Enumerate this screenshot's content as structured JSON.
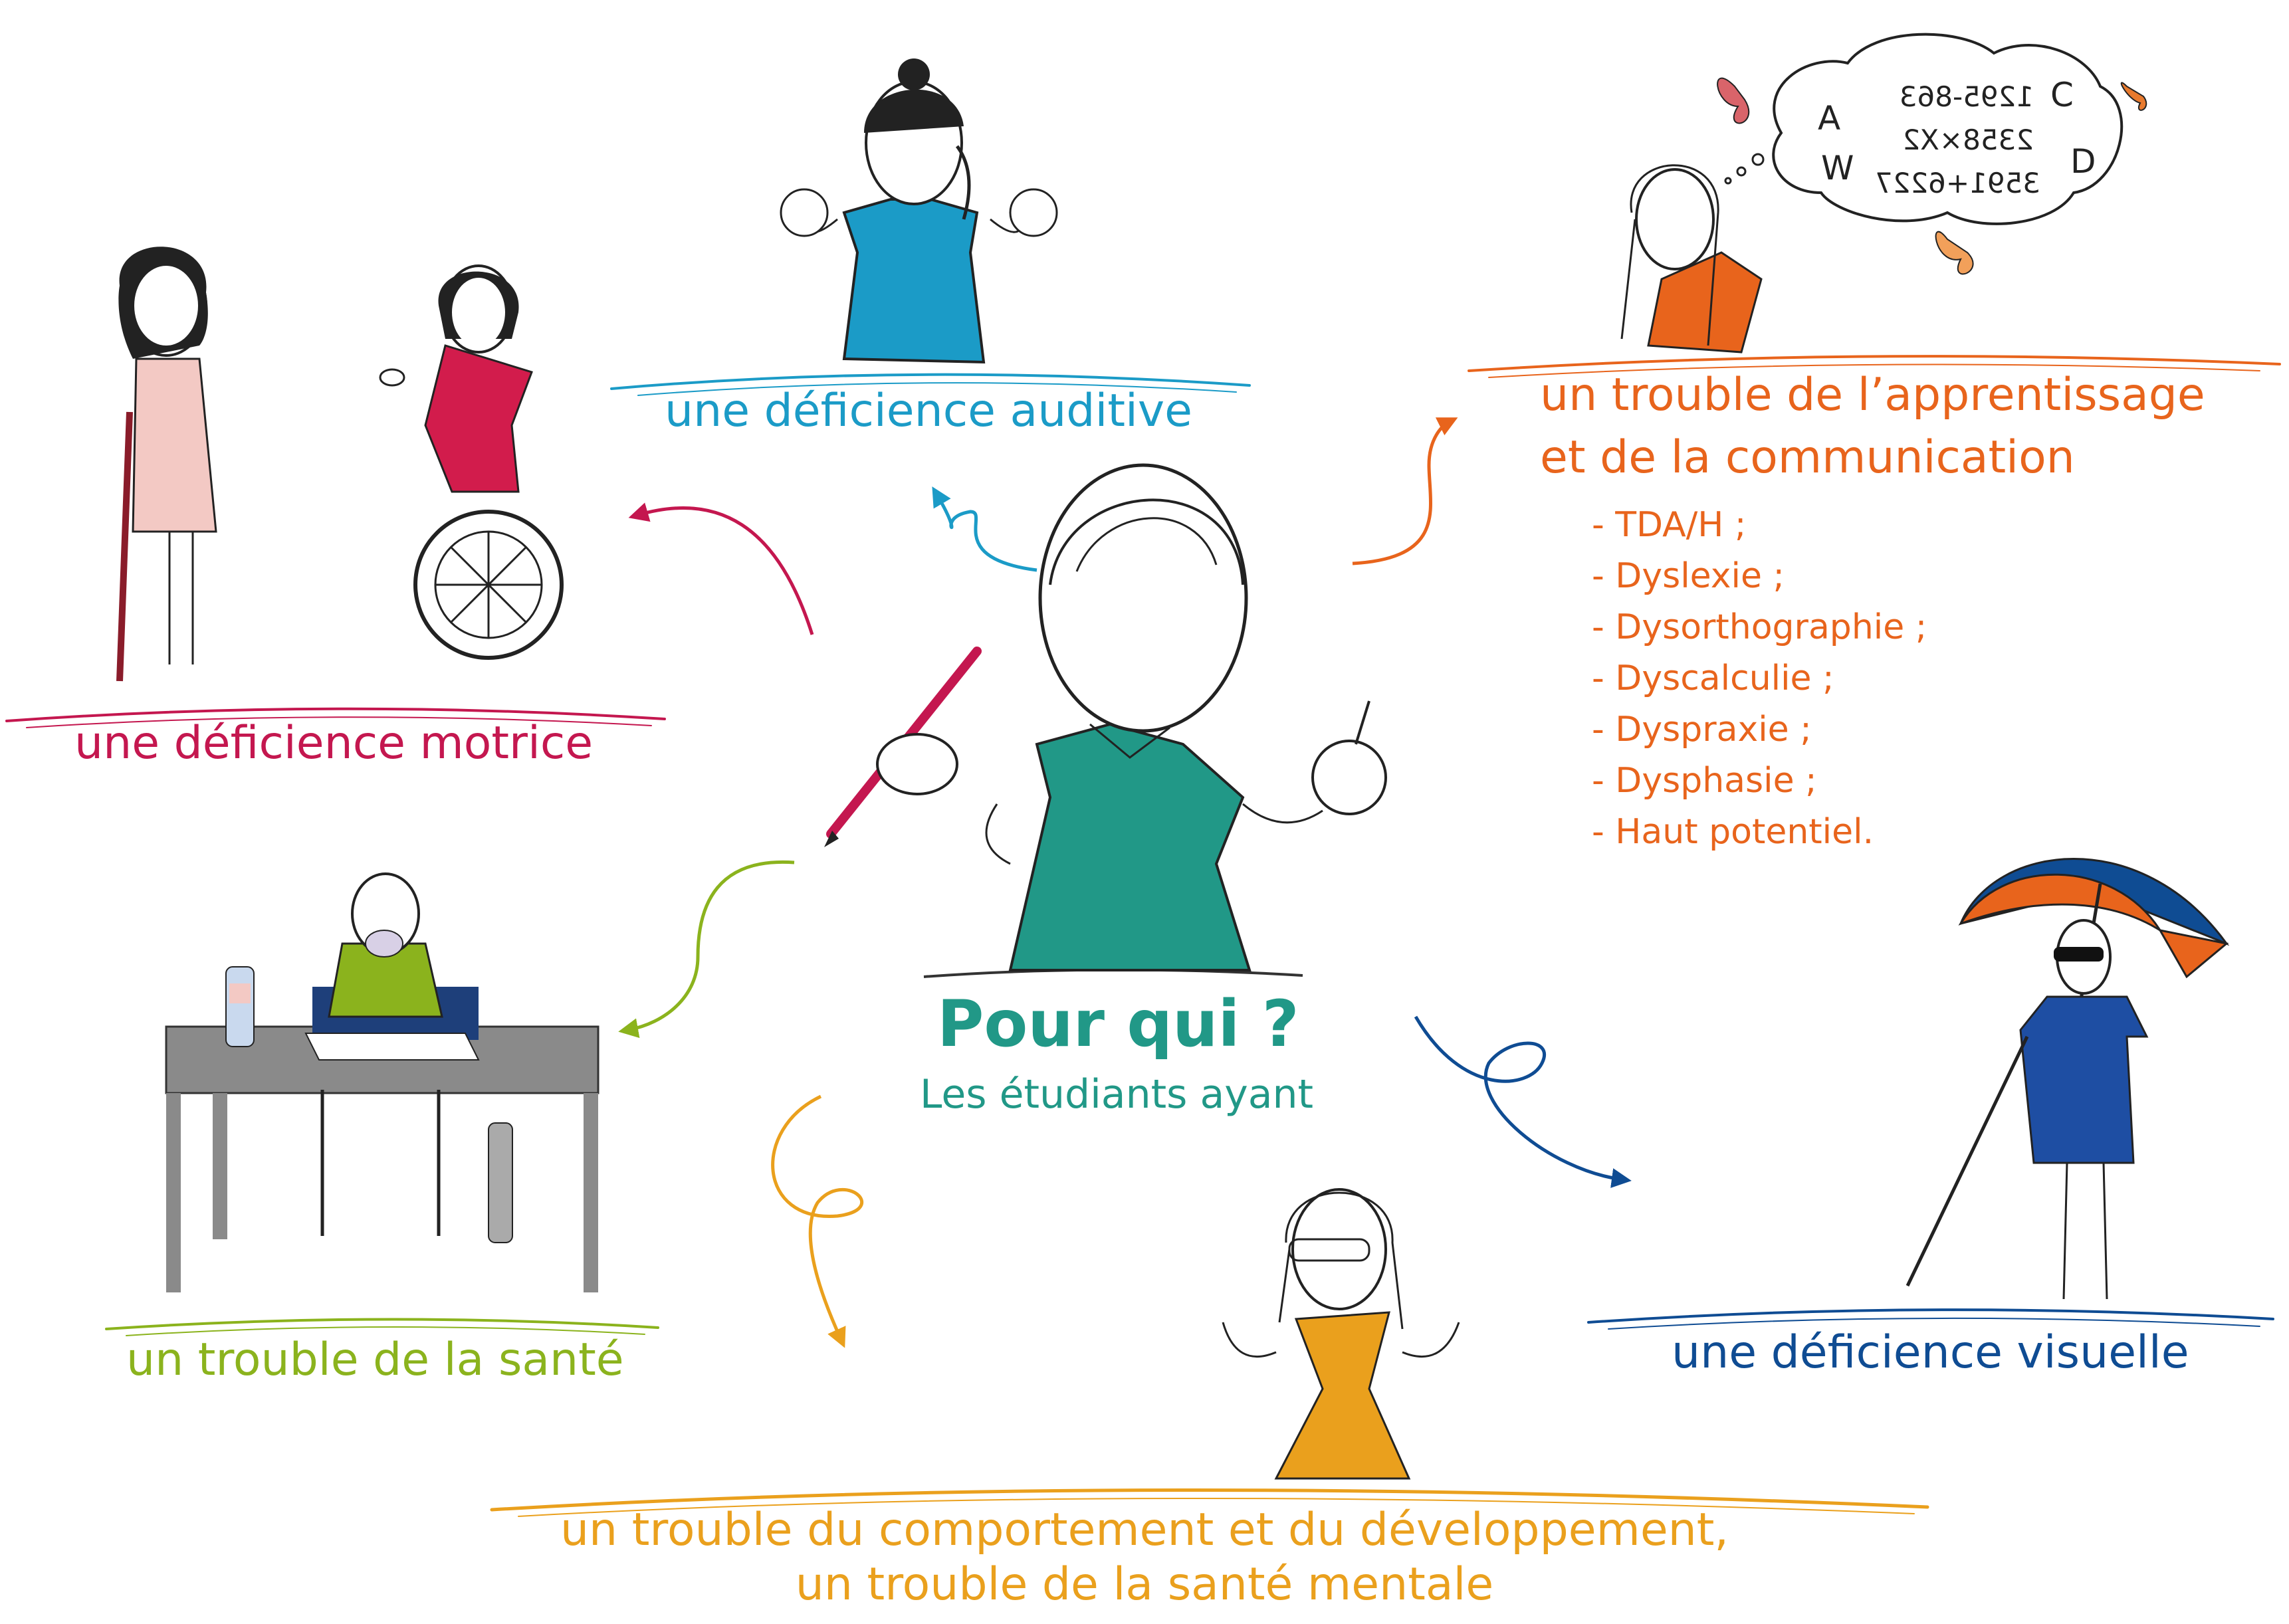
{
  "center": {
    "title": "Pour qui ?",
    "subtitle": "Les étudiants ayant"
  },
  "categories": {
    "auditive": "une déficience auditive",
    "motrice": "une déficience motrice",
    "sante": "un trouble de la santé",
    "visuelle": "une déficience visuelle",
    "apprentissage": {
      "line1": "un trouble de l’apprentissage",
      "line2": "et de la communication",
      "items": [
        "- TDA/H ;",
        "- Dyslexie ;",
        "- Dysorthographie ;",
        "- Dyscalculie ;",
        "- Dyspraxie ;",
        "- Dysphasie ;",
        "- Haut potentiel."
      ]
    },
    "comportement": {
      "line1": "un trouble du comportement et du développement,",
      "line2": "un trouble de la santé mentale"
    }
  },
  "thought_bubble": {
    "letters": [
      "A",
      "W",
      "C",
      "D"
    ],
    "lines": [
      "1295-863",
      "2358×X2",
      "3591+6227"
    ]
  },
  "colors": {
    "teal": "#219887",
    "auditive": "#1b9bc7",
    "motrice": "#c4174f",
    "sante": "#8bb31d",
    "visuelle": "#0f4c93",
    "apprentissage": "#e8641c",
    "comportement": "#eaa01d"
  }
}
